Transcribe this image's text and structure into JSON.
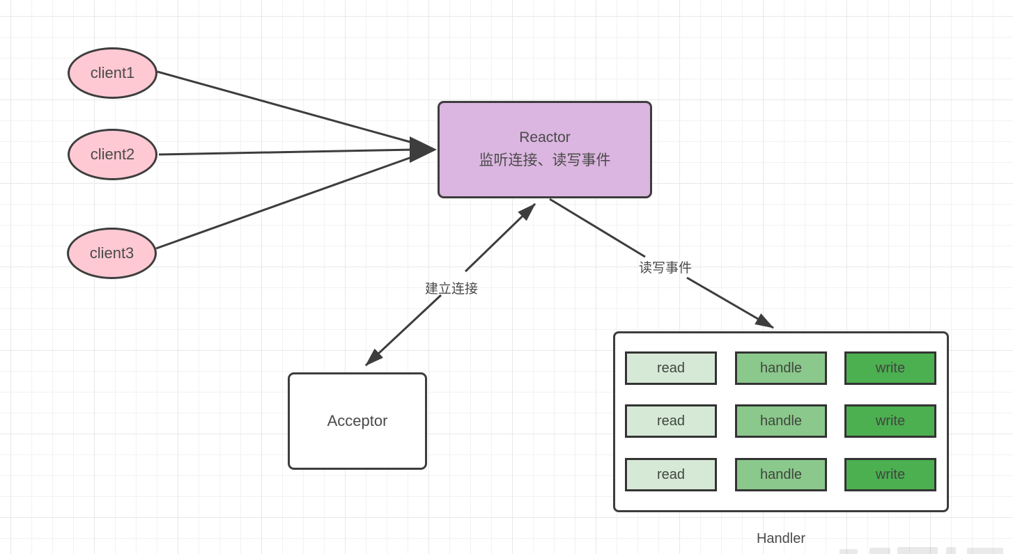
{
  "clients": [
    {
      "label": "client1"
    },
    {
      "label": "client2"
    },
    {
      "label": "client3"
    }
  ],
  "reactor": {
    "title": "Reactor",
    "subtitle": "监听连接、读写事件"
  },
  "acceptor": {
    "label": "Acceptor"
  },
  "edges": {
    "establish_label": "建立连接",
    "readwrite_label": "读写事件"
  },
  "handler": {
    "label": "Handler",
    "grid": [
      [
        "read",
        "handle",
        "write"
      ],
      [
        "read",
        "handle",
        "write"
      ],
      [
        "read",
        "handle",
        "write"
      ]
    ]
  },
  "colors": {
    "client_fill": "#ffc9d4",
    "reactor_fill": "#dbb6e0",
    "acceptor_fill": "#ffffff",
    "read_fill": "#d6e9d6",
    "handle_fill": "#8bc88b",
    "write_fill": "#4caf50",
    "stroke": "#3d3d3d",
    "text": "#4a4a4a"
  }
}
